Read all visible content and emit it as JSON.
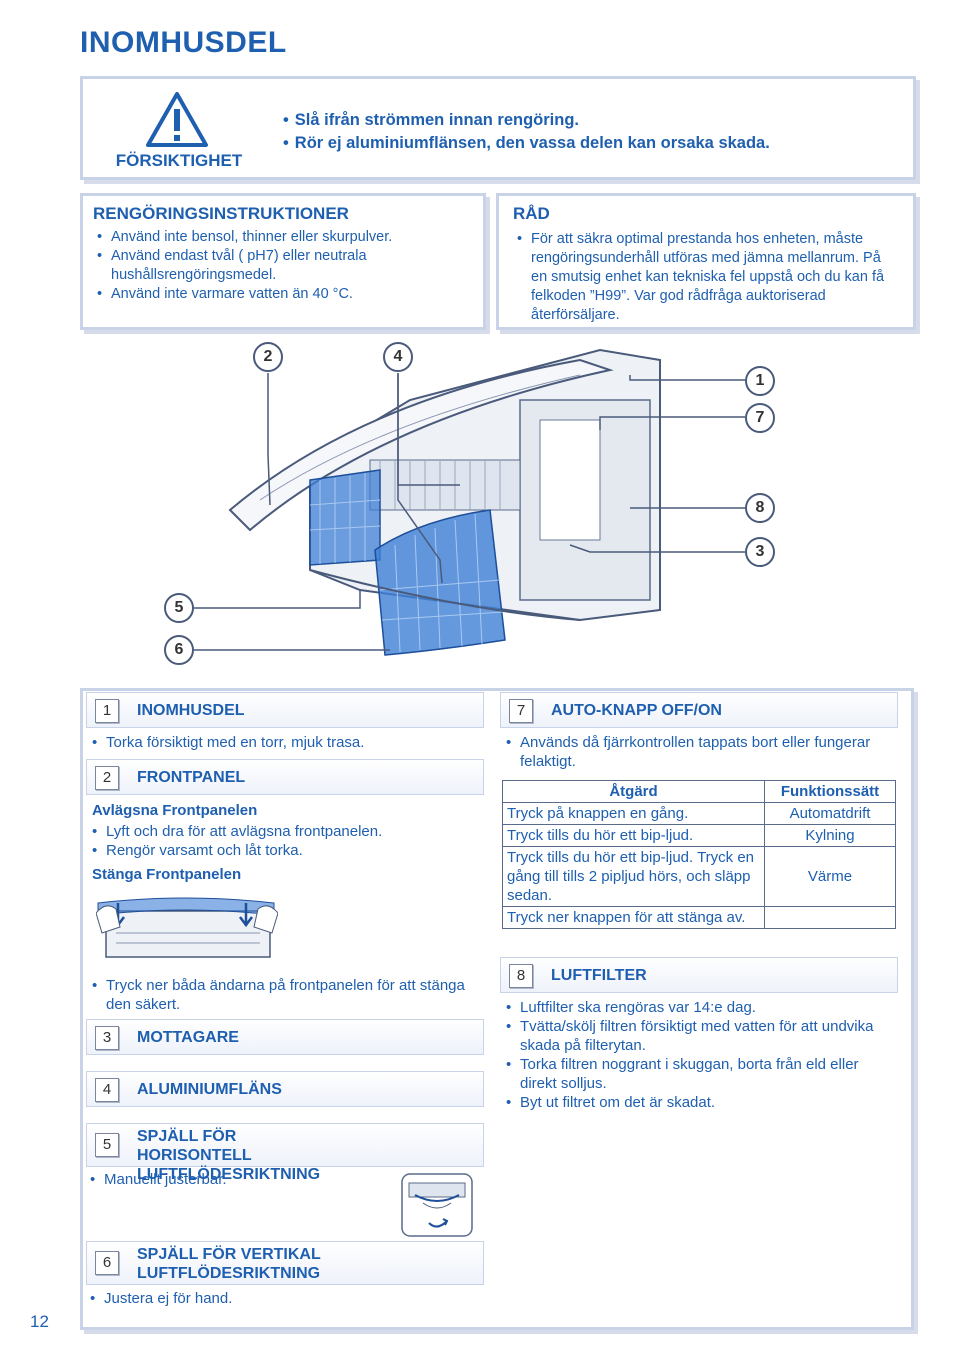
{
  "page_title": "INOMHUSDEL",
  "caution": {
    "label": "FÖRSIKTIGHET",
    "items": [
      "Slå ifrån strömmen innan rengöring.",
      "Rör ej aluminiumflänsen, den vassa delen kan orsaka skada."
    ]
  },
  "cleaning": {
    "title": "RENGÖRINGSINSTRUKTIONER",
    "items": [
      "Använd inte bensol, thinner eller skurpulver.",
      "Använd endast tvål ( pH7) eller neutrala hushållsrengöringsmedel.",
      "Använd inte varmare vatten än 40 °C."
    ]
  },
  "advice": {
    "title": "RÅD",
    "text": "För att säkra optimal prestanda hos enheten, måste rengöringsunderhåll utföras med jämna mellanrum. På en smutsig enhet kan tekniska fel uppstå och du kan få felkoden ”H99”. Var god rådfråga auktoriserad återförsäljare."
  },
  "callouts": [
    "1",
    "2",
    "3",
    "4",
    "5",
    "6",
    "7",
    "8"
  ],
  "sections": {
    "s1": {
      "num": "1",
      "title": "INOMHUSDEL",
      "items": [
        "Torka försiktigt med en torr, mjuk trasa."
      ]
    },
    "s2": {
      "num": "2",
      "title": "FRONTPANEL",
      "remove_title": "Avlägsna Frontpanelen",
      "remove_items": [
        "Lyft och dra för att avlägsna frontpanelen.",
        "Rengör varsamt och låt torka."
      ],
      "close_title": "Stänga Frontpanelen",
      "close_items": [
        "Tryck ner båda ändarna på frontpanelen för att stänga den säkert."
      ]
    },
    "s3": {
      "num": "3",
      "title": "MOTTAGARE"
    },
    "s4": {
      "num": "4",
      "title": "ALUMINIUMFLÄNS"
    },
    "s5": {
      "num": "5",
      "title": "SPJÄLL FÖR HORISONTELL LUFTFLÖDESRIKTNING",
      "items": [
        "Manuellt justerbar."
      ]
    },
    "s6": {
      "num": "6",
      "title": "SPJÄLL FÖR VERTIKAL LUFTFLÖDESRIKTNING",
      "items": [
        "Justera ej för hand."
      ]
    },
    "s7": {
      "num": "7",
      "title": "AUTO-KNAPP OFF/ON",
      "items": [
        "Används då fjärrkontrollen tappats bort eller fungerar felaktigt."
      ],
      "table": {
        "headers": [
          "Åtgärd",
          "Funktionssätt"
        ],
        "rows": [
          [
            "Tryck på knappen en gång.",
            "Automatdrift"
          ],
          [
            "Tryck tills du hör ett bip-ljud.",
            "Kylning"
          ],
          [
            "Tryck tills du hör ett bip-ljud. Tryck en gång till tills 2 pipljud hörs, och släpp sedan.",
            "Värme"
          ],
          [
            "Tryck ner knappen för att stänga av.",
            ""
          ]
        ]
      }
    },
    "s8": {
      "num": "8",
      "title": "LUFTFILTER",
      "items": [
        "Luftfilter ska rengöras var 14:e dag.",
        "Tvätta/skölj filtren försiktigt med vatten för att undvika skada på filterytan.",
        "Torka filtren noggrant i skuggan, borta från eld eller direkt solljus.",
        "Byt ut filtret om det är skadat."
      ]
    }
  },
  "page_number": "12"
}
